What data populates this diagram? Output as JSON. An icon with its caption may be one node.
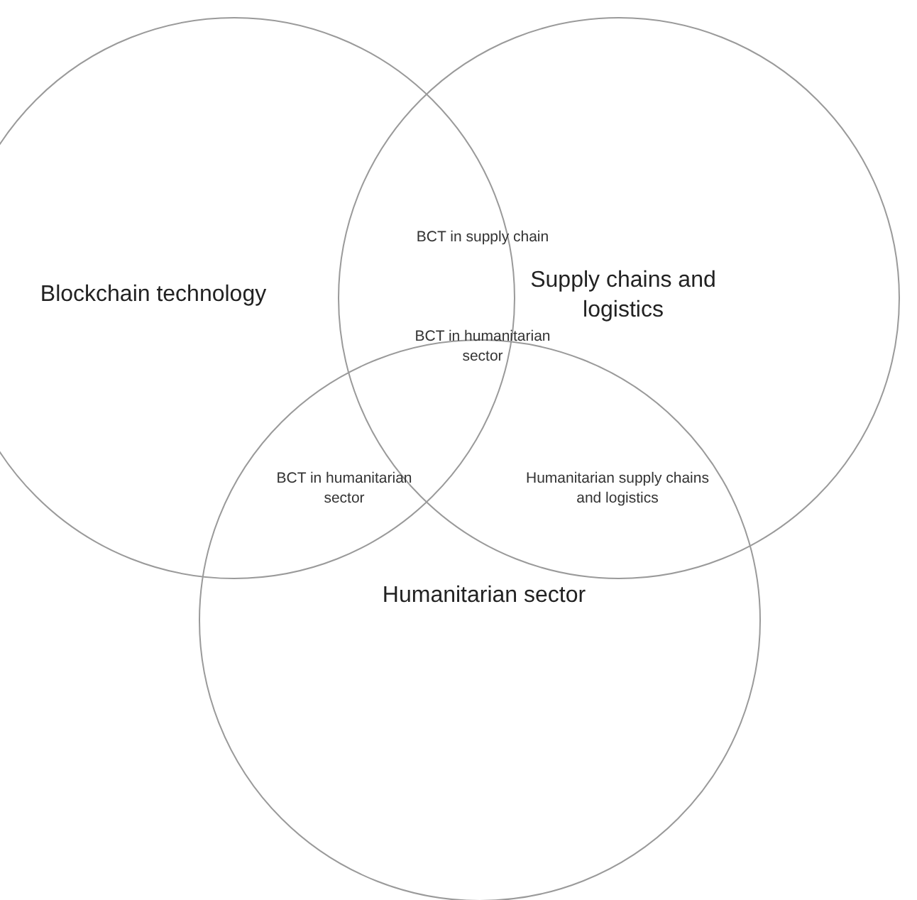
{
  "diagram": {
    "nodes": [
      {
        "text": [
          "Blockchain technology"
        ]
      },
      {
        "text": [
          "Supply chains and logistics"
        ]
      },
      {
        "text": [
          "Humanitarian sector"
        ]
      }
    ],
    "labels": [
      "BCT in supply chain",
      "BCT in humanitarian sector",
      "BCT in humanitarian sector",
      "Humanitarian supply chains and logistics"
    ]
  }
}
